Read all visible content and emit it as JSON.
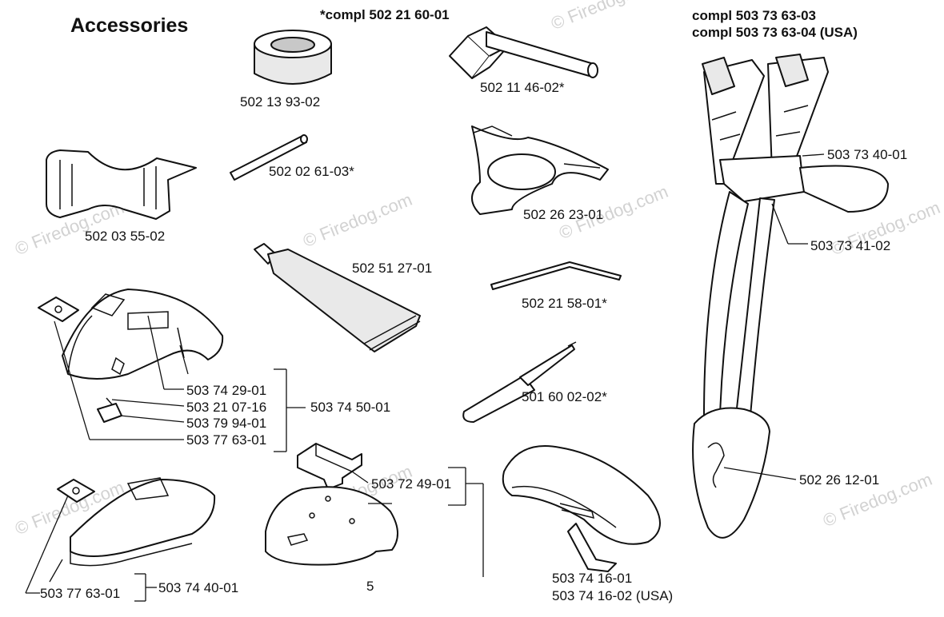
{
  "title": "Accessories",
  "headers": {
    "kit_note": "*compl 502 21 60-01",
    "harness_compl_1": "compl 503 73 63-03",
    "harness_compl_2": "compl 503 73 63-04 (USA)"
  },
  "watermark": "© Firedog.com",
  "parts": {
    "spool_ring": "502 13 93-02",
    "socket_wrench": "502 11 46-02*",
    "locking_pin": "502 02 61-03*",
    "blade_guard_small": "502 03 55-02",
    "shoulder_pad_plate": "502 26 23-01",
    "grease_tube": "502 51 27-01",
    "hex_key": "502 21 58-01*",
    "file_tool": "501 60 02-02*",
    "harness_buckle": "503 73 40-01",
    "harness_strap": "503 73 41-02",
    "hip_pad": "502 26 12-01",
    "guard_plate_a": "503 74 29-01",
    "guard_screw": "503 21 07-16",
    "guard_clip": "503 79 94-01",
    "guard_plate_b": "503 77 63-01",
    "guard_assembly": "503 74 50-01",
    "bracket_guard": "503 72 49-01",
    "trimmer_plate": "503 77 63-01",
    "trimmer_guard": "503 74 40-01",
    "transport_guard_1": "503 74 16-01",
    "transport_guard_2": "503 74 16-02 (USA)",
    "partial_number": "5"
  }
}
